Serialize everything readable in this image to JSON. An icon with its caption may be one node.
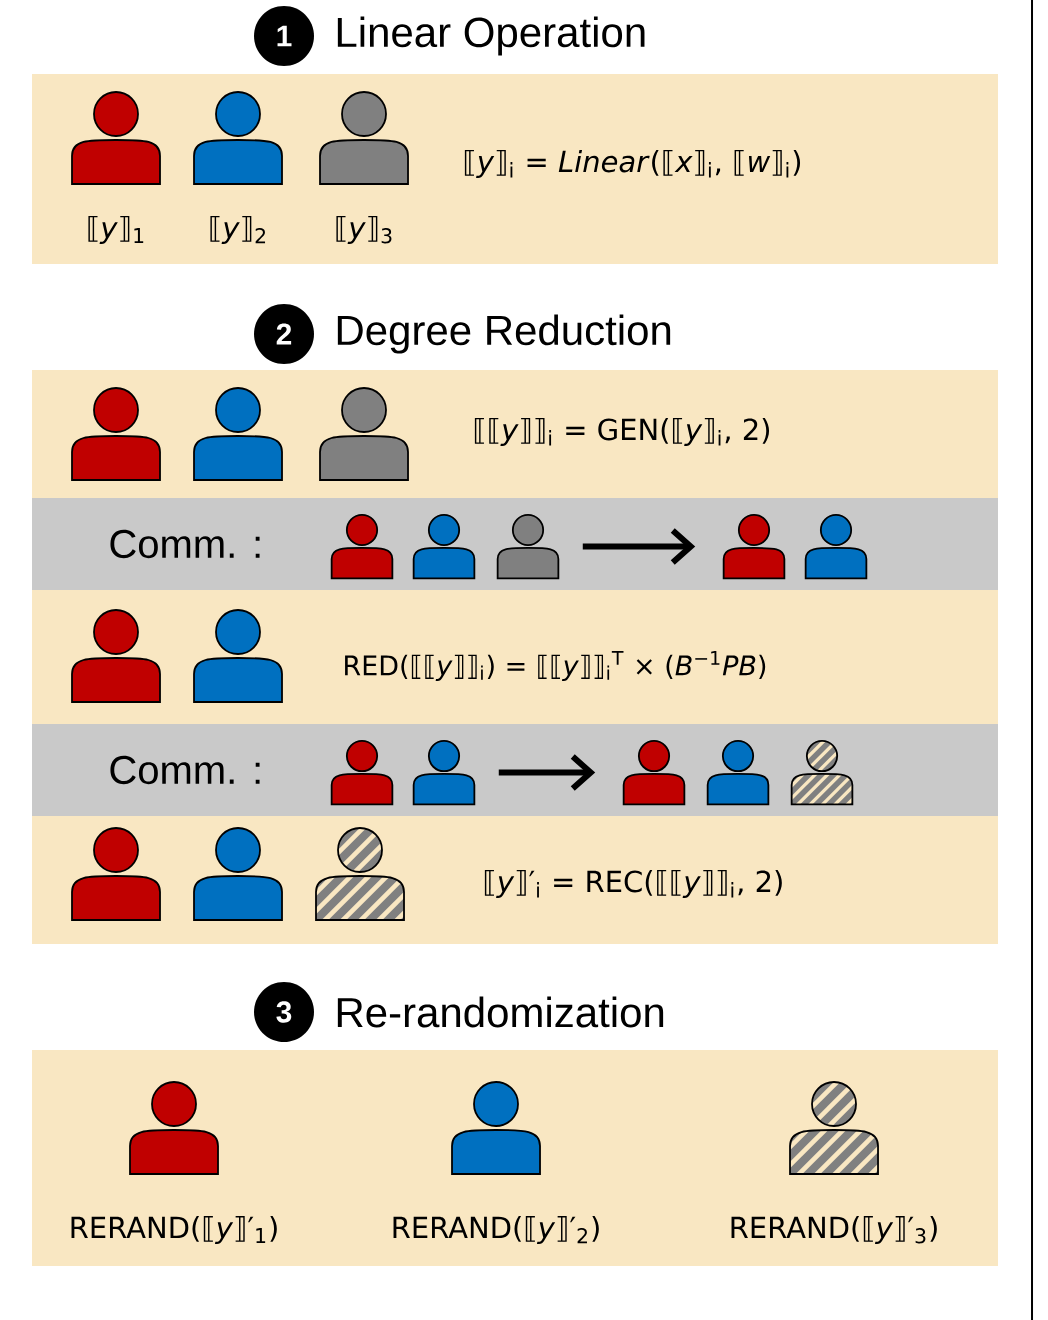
{
  "diagram": {
    "nodes": [
      {
        "text": [
          "1"
        ]
      },
      {
        "text": [
          "Linear Operation",
          "⟦*y*⟧$_{i}$ = *Linear*(⟦*x*⟧$_{i}$, ⟦*w*⟧$_{i}$)"
        ]
      },
      {
        "text": [],
        "shape": "person",
        "in": 1,
        "beside": [
          "⟦*y*⟧$_{1}$"
        ]
      },
      {
        "text": [],
        "shape": "person",
        "in": 1,
        "beside": [
          "⟦*y*⟧$_{2}$"
        ]
      },
      {
        "text": [],
        "shape": "person",
        "in": 1,
        "beside": [
          "⟦*y*⟧$_{3}$"
        ]
      },
      {
        "text": [
          "2"
        ]
      },
      {
        "text": [
          "Degree Reduction",
          "⟦⟦*y*⟧⟧$_{i}$ = GEN(⟦*y*⟧$_{i}$, 2)"
        ]
      },
      {
        "text": [],
        "shape": "person",
        "in": 6
      },
      {
        "text": [],
        "shape": "person",
        "in": 6
      },
      {
        "text": [],
        "shape": "person",
        "in": 6
      },
      {
        "text": [
          "Comm. :"
        ]
      },
      {
        "text": [],
        "shape": "person",
        "in": 10
      },
      {
        "text": [],
        "shape": "person",
        "in": 10
      },
      {
        "text": [],
        "shape": "person",
        "in": 10
      },
      {
        "text": [],
        "shape": "person",
        "in": 10
      },
      {
        "text": [],
        "shape": "person",
        "in": 10
      },
      {
        "text": [
          "RED(⟦⟦*y*⟧⟧$_{i}$) = ⟦⟦*y*⟧⟧$_{i}$$^{T}$ × (*B*$^{−1}$*PB*)"
        ]
      },
      {
        "text": [],
        "shape": "person",
        "in": 16
      },
      {
        "text": [],
        "shape": "person",
        "in": 16
      },
      {
        "text": [
          "Comm. :"
        ]
      },
      {
        "text": [],
        "shape": "person",
        "in": 19
      },
      {
        "text": [],
        "shape": "person",
        "in": 19
      },
      {
        "text": [],
        "shape": "person",
        "in": 19
      },
      {
        "text": [],
        "shape": "person",
        "in": 19
      },
      {
        "text": [],
        "shape": "person",
        "in": 19
      },
      {
        "text": [
          "⟦*y*⟧′$_{i}$ = REC(⟦⟦*y*⟧⟧$_{i}$, 2)"
        ]
      },
      {
        "text": [],
        "shape": "person",
        "in": 25
      },
      {
        "text": [],
        "shape": "person",
        "in": 25
      },
      {
        "text": [],
        "shape": "person",
        "in": 25
      },
      {
        "text": [
          "3"
        ]
      },
      {
        "text": [
          "Re-randomization"
        ]
      },
      {
        "text": [],
        "shape": "person",
        "in": 30,
        "beside": [
          "RERAND(⟦*y*⟧′$_{1}$)"
        ]
      },
      {
        "text": [],
        "shape": "person",
        "in": 30,
        "beside": [
          "RERAND(⟦*y*⟧′$_{2}$)"
        ]
      },
      {
        "text": [],
        "shape": "person",
        "in": 30,
        "beside": [
          "RERAND(⟦*y*⟧′$_{3}$)"
        ]
      }
    ],
    "edges": [
      {
        "from": 13,
        "to": 14,
        "arrow": "to"
      },
      {
        "from": 21,
        "to": 22,
        "arrow": "to"
      }
    ]
  }
}
